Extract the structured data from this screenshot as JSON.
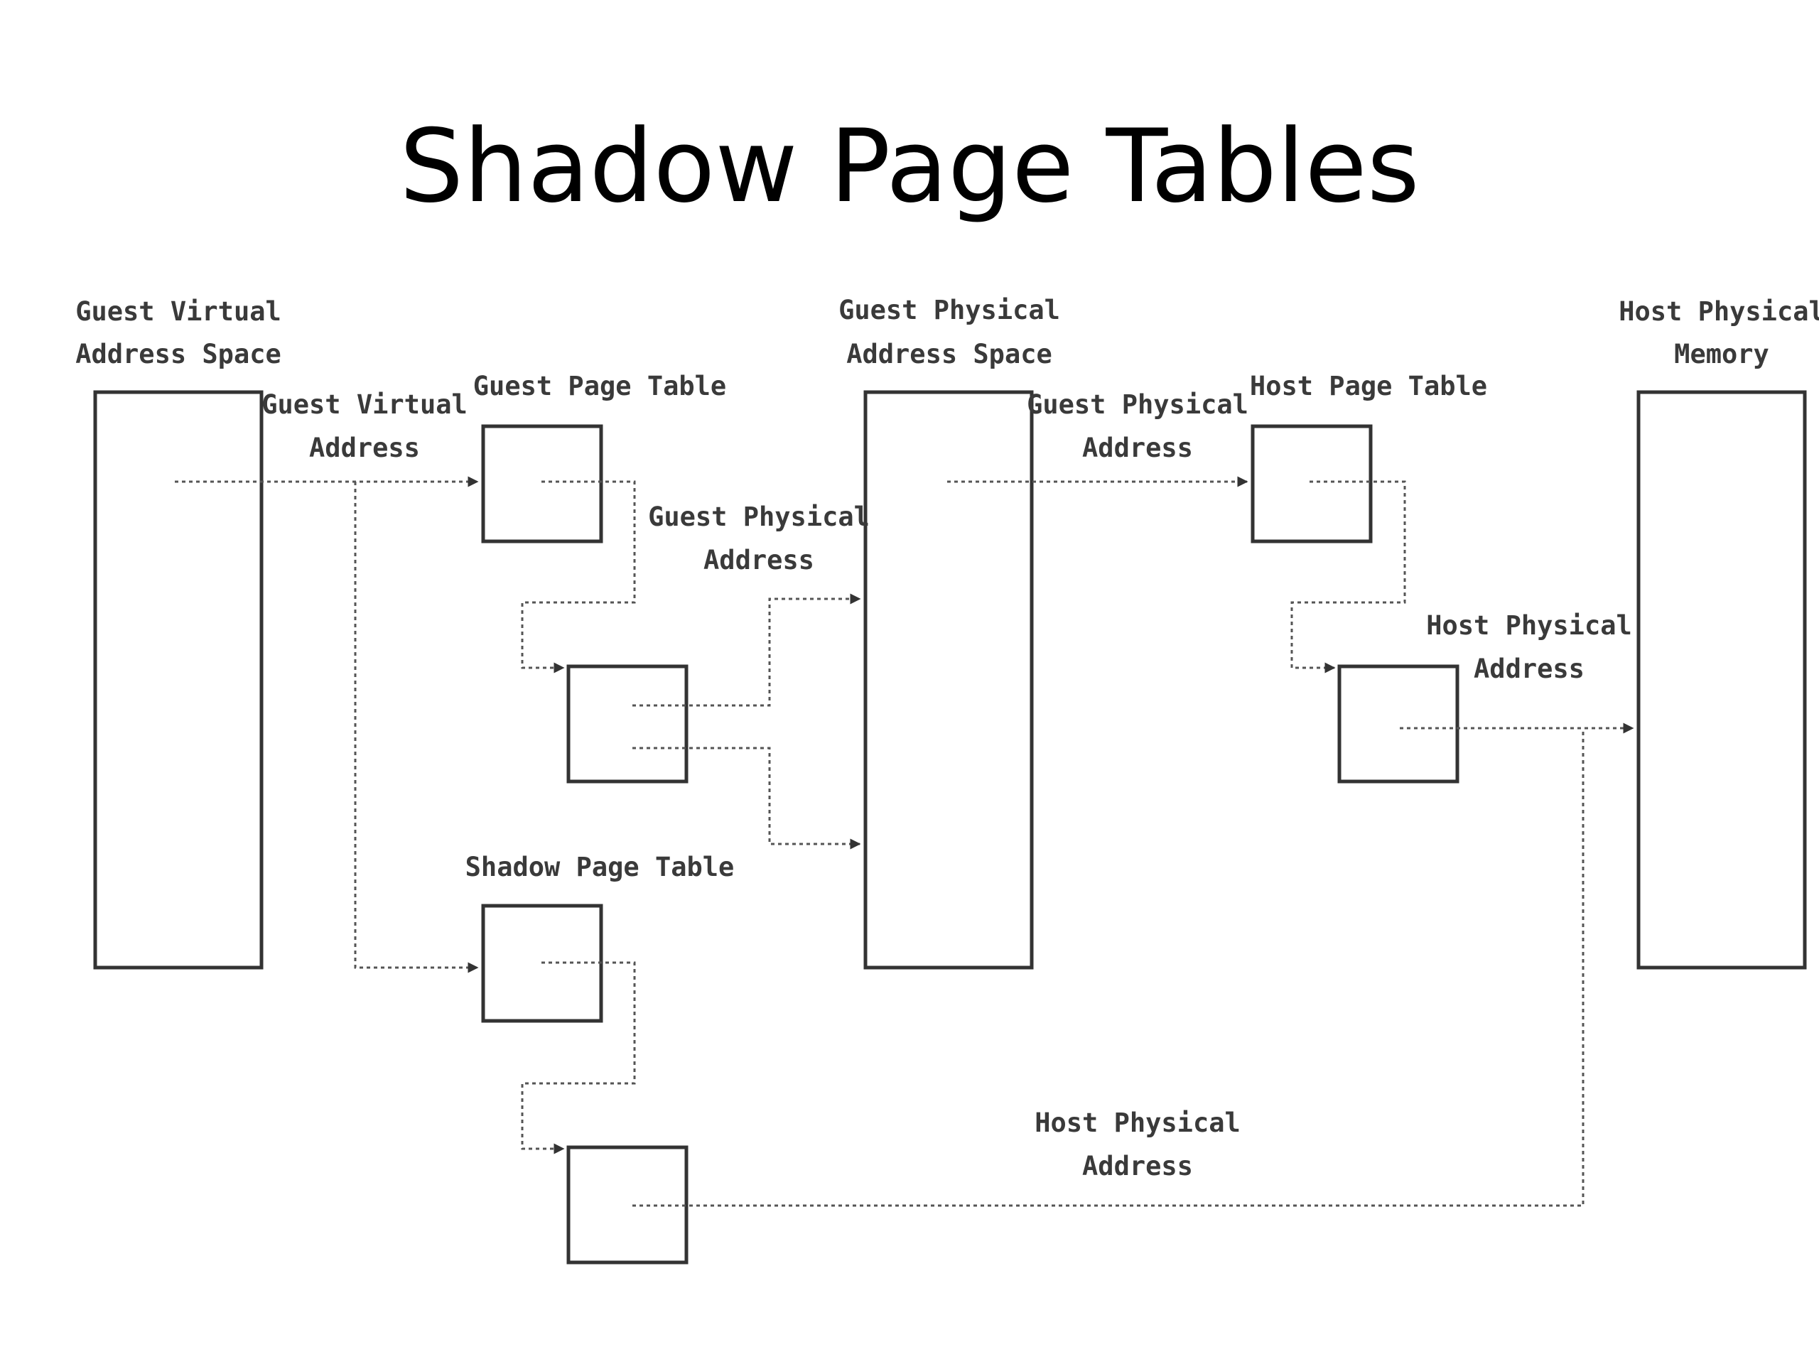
{
  "title": "Shadow Page Tables",
  "labels": {
    "guest_virtual_space": [
      "Guest Virtual",
      "Address Space"
    ],
    "guest_virtual_address": [
      "Guest Virtual",
      "Address"
    ],
    "guest_page_table": "Guest Page Table",
    "guest_physical_address_left": [
      "Guest Physical",
      "Address"
    ],
    "guest_physical_space": [
      "Guest Physical",
      "Address Space"
    ],
    "guest_physical_address_right": [
      "Guest Physical",
      "Address"
    ],
    "host_page_table": "Host Page Table",
    "host_physical_address_right": [
      "Host Physical",
      "Address"
    ],
    "host_physical_memory": [
      "Host Physical",
      "Memory"
    ],
    "shadow_page_table": "Shadow Page Table",
    "host_physical_address_bottom": [
      "Host Physical",
      "Address"
    ]
  },
  "colors": {
    "background": "#ffffff",
    "text": "#000000",
    "diagram_stroke": "#333333",
    "diagram_text": "#3a3a3a"
  }
}
